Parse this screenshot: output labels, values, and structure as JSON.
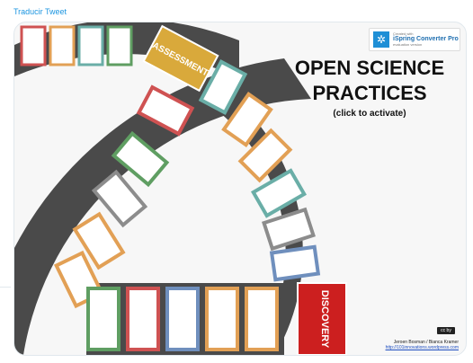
{
  "tweet": {
    "translate_label": "Traducir Tweet"
  },
  "badge": {
    "created_with": "Created with",
    "product": "iSpring Converter Pro",
    "evaluation": "evaluation version"
  },
  "slide": {
    "title_line1": "OPEN SCIENCE",
    "title_line2": "PRACTICES",
    "subtitle": "(click to activate)",
    "assessment_label": "ASSESSMENT",
    "discovery_label": "DISCOVERY",
    "license": "cc by",
    "authors": "Jeroen Bosman / Bianca Kramer",
    "url": "http://101innovations.wordpress.com"
  },
  "colors": {
    "assessment": "#d9a93b",
    "discovery": "#cc1f1f",
    "green": "#5f9e62",
    "red": "#cf5252",
    "blue": "#6f8fbd",
    "orange": "#e2a055",
    "teal": "#6aaea7",
    "grey": "#8c8c8c",
    "track": "#4a4a4a"
  }
}
